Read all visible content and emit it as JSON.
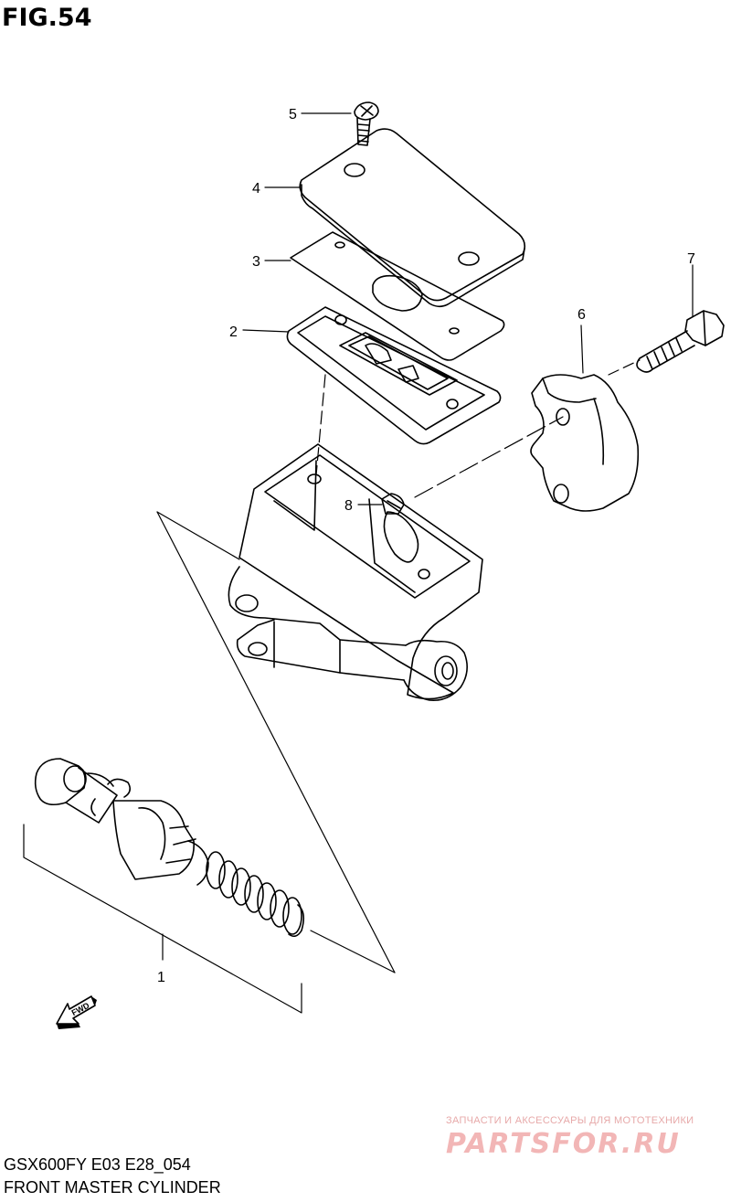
{
  "figure": {
    "title": "FIG.54"
  },
  "callouts": {
    "c1": "1",
    "c2": "2",
    "c3": "3",
    "c4": "4",
    "c5": "5",
    "c6": "6",
    "c7": "7",
    "c8": "8"
  },
  "fwd_arrow": {
    "label": "FWD"
  },
  "watermark": {
    "tagline": "ЗАПЧАСТИ И АКСЕССУАРЫ ДЛЯ МОТОТЕХНИКИ",
    "brand": "PARTSFOR.RU"
  },
  "footer": {
    "model_code": "GSX600FY E03 E28_054",
    "part_name": "FRONT MASTER CYLINDER"
  }
}
